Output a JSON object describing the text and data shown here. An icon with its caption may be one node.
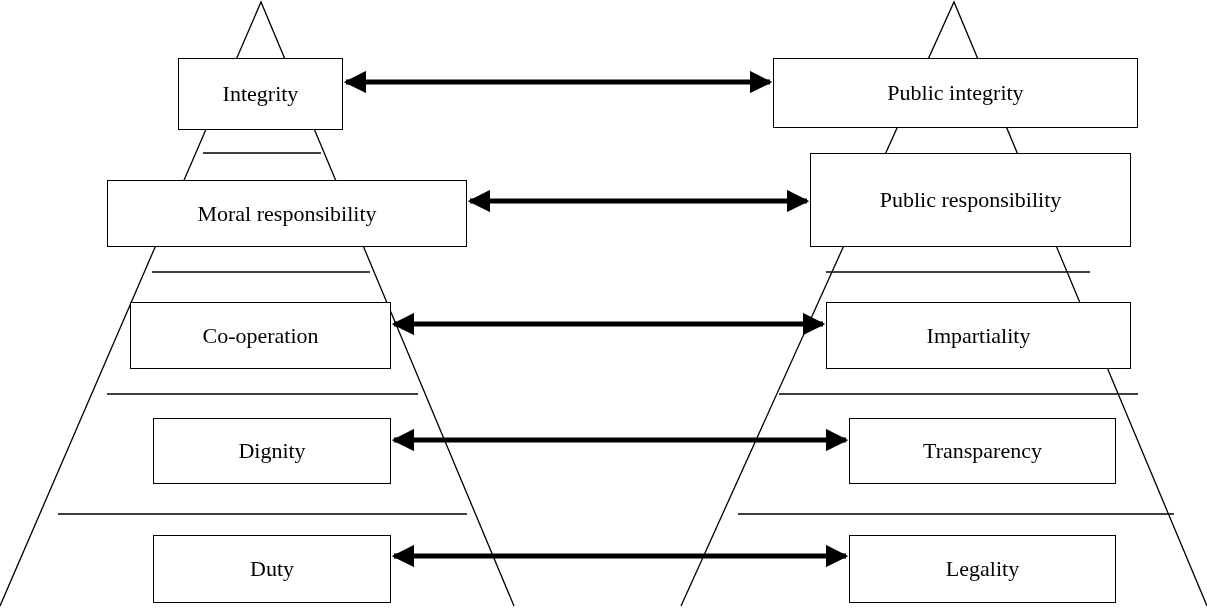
{
  "diagram": {
    "nodes": [
      {
        "text": [
          "Integrity"
        ]
      },
      {
        "text": [
          "Public integrity"
        ]
      },
      {
        "text": [
          "Moral responsibility"
        ]
      },
      {
        "text": [
          "Public responsibility"
        ]
      },
      {
        "text": [
          "Co-operation"
        ]
      },
      {
        "text": [
          "Impartiality"
        ]
      },
      {
        "text": [
          "Dignity"
        ]
      },
      {
        "text": [
          "Transparency"
        ]
      },
      {
        "text": [
          "Duty"
        ]
      },
      {
        "text": [
          "Legality"
        ]
      }
    ],
    "edges": [
      {
        "from": 0,
        "to": 1,
        "arrow": "both"
      },
      {
        "from": 2,
        "to": 3,
        "arrow": "both"
      },
      {
        "from": 4,
        "to": 5,
        "arrow": "both"
      },
      {
        "from": 6,
        "to": 7,
        "arrow": "both"
      },
      {
        "from": 8,
        "to": 9,
        "arrow": "both"
      }
    ]
  }
}
